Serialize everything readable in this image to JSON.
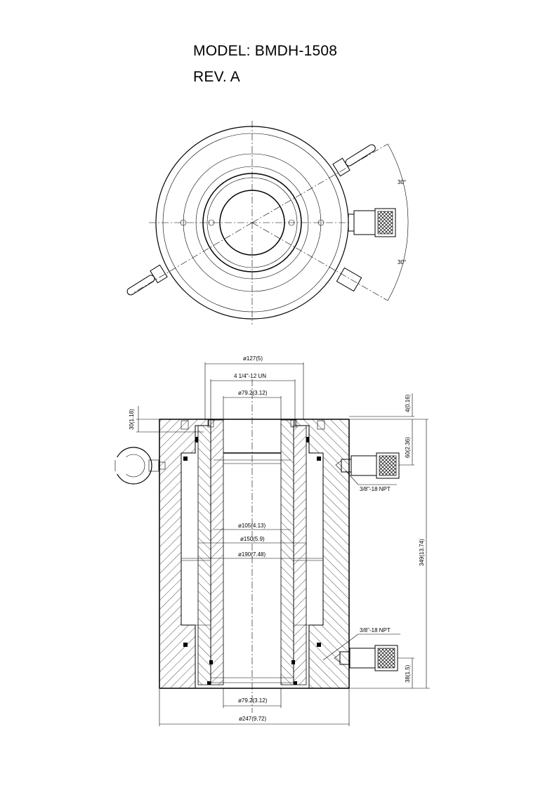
{
  "header": {
    "model": "MODEL: BMDH-1508",
    "rev": "REV. A"
  },
  "top_view": {
    "angle_upper": "30°",
    "angle_lower": "30°"
  },
  "section_view": {
    "dim_d127": "ø127(5)",
    "dim_thread": "4 1/4\"-12 UN",
    "dim_d79_top": "ø79.2(3.12)",
    "dim_top_4": "4(0.16)",
    "dim_30": "30(1.18)",
    "dim_60": "60(2.36)",
    "dim_port_top": "3/8\"-18 NPT",
    "dim_d105": "ø105(4.13)",
    "dim_d150": "ø150(5.9)",
    "dim_d190": "ø190(7.48)",
    "dim_349": "349(13.74)",
    "dim_port_bottom": "3/8\"-18 NPT",
    "dim_38": "38(1.5)",
    "dim_d79_bottom": "ø79.2(3.12)",
    "dim_d247": "ø247(9.72)"
  }
}
